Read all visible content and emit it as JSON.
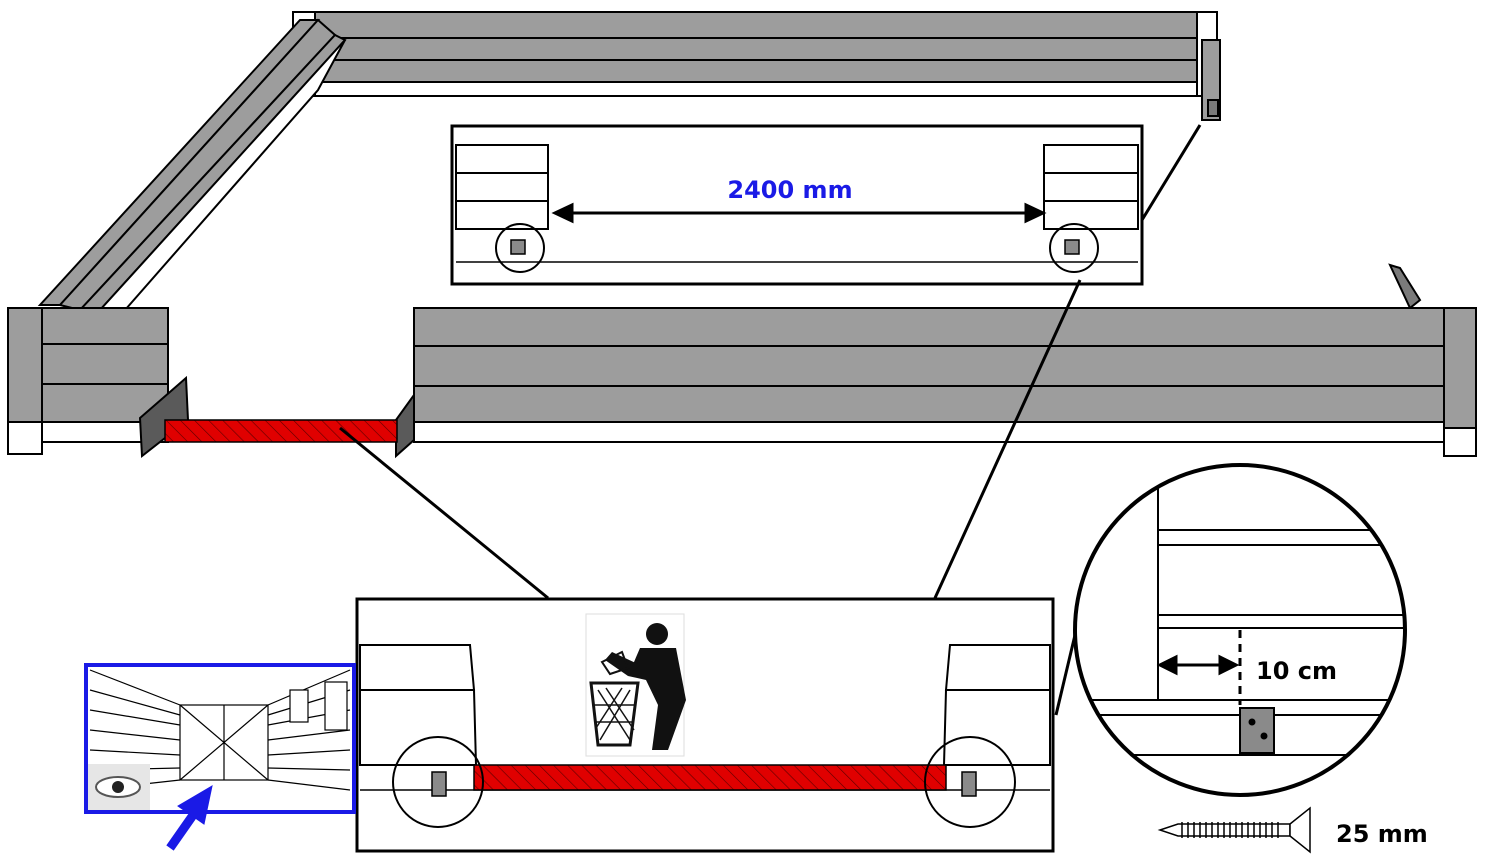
{
  "labels": {
    "door_opening_width": "2400 mm",
    "corner_offset": "10 cm",
    "screw_length": "25 mm"
  },
  "colors": {
    "plank_fill": "#9d9d9d",
    "plank_dark": "#7a7a7a",
    "cut_section": "#e00000",
    "dimension_text": "#1a1ae6",
    "view_frame": "#1a1ae6",
    "view_arrow": "#1a1ae6"
  },
  "icons": {
    "trash_symbol": "tidy-man-icon",
    "eye_symbol": "eye-icon",
    "screw_symbol": "screw-icon"
  }
}
